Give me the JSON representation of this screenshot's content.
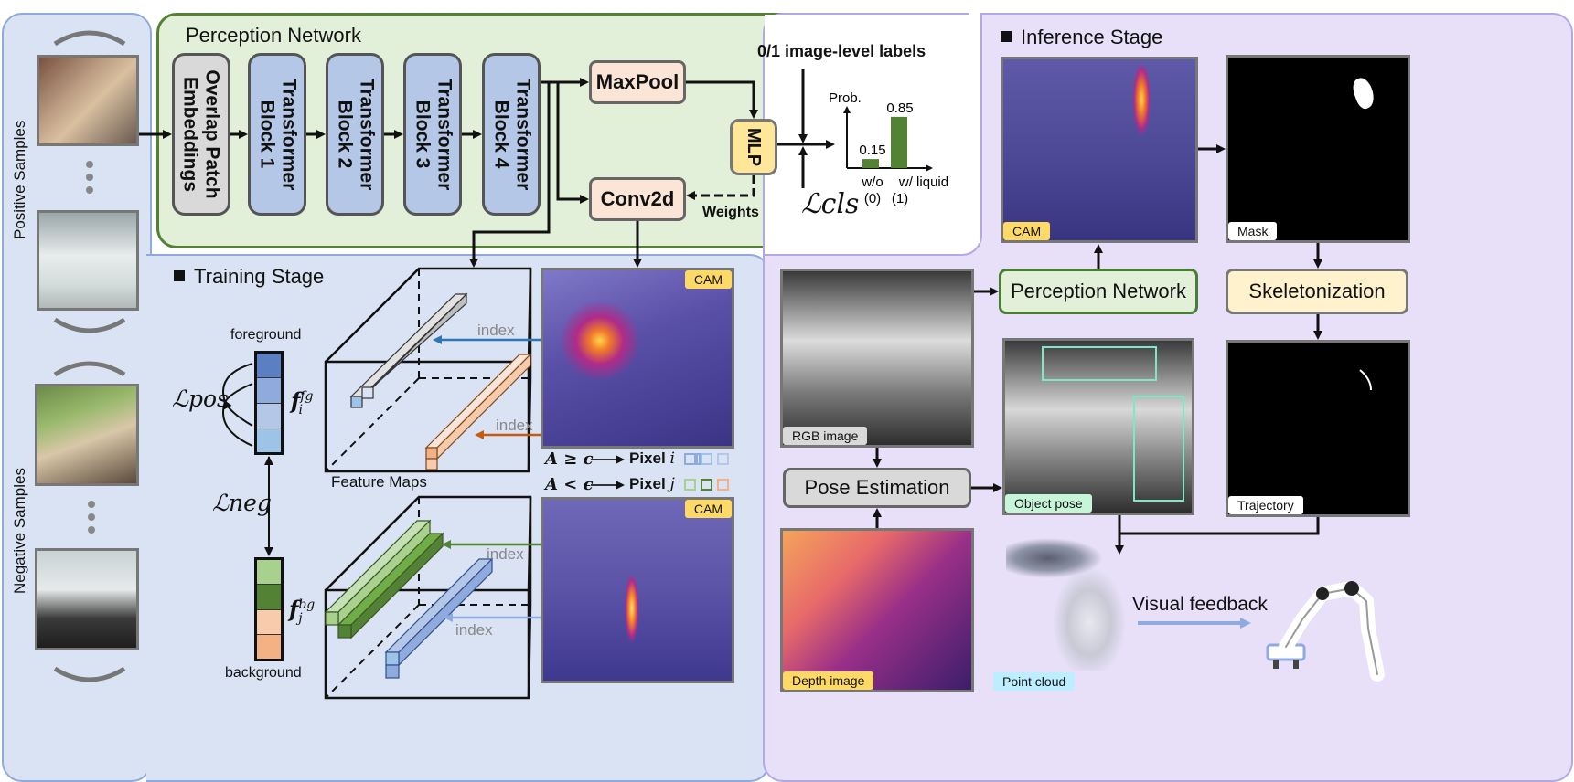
{
  "perception": {
    "title": "Perception Network",
    "overlap": "Overlap Patch\nEmbeddings",
    "block1": "Transformer\nBlock 1",
    "block2": "Transformer\nBlock 2",
    "block3": "Transformer\nBlock 3",
    "block4": "Transformer\nBlock 4",
    "maxpool": "MaxPool",
    "mlp": "MLP",
    "conv2d": "Conv2d",
    "weights": "Weights",
    "labels_caption": "0/1 image-level labels",
    "loss_cls": "ℒcls",
    "prob_label": "Prob.",
    "bar_wo_value": "0.15",
    "bar_w_value": "0.85",
    "bar_wo_label": "w/o",
    "bar_wo_code": "(0)",
    "bar_w_label": "w/ liquid",
    "bar_w_code": "(1)"
  },
  "chart_data": {
    "type": "bar",
    "categories": [
      "w/o (0)",
      "w/ liquid (1)"
    ],
    "values": [
      0.15,
      0.85
    ],
    "title": "",
    "ylabel": "Prob.",
    "ylim": [
      0,
      1
    ]
  },
  "samples": {
    "positive": "Positive Samples",
    "negative": "Negative Samples"
  },
  "training": {
    "title": "Training Stage",
    "foreground": "foreground",
    "background": "background",
    "loss_pos": "ℒpos",
    "loss_neg": "ℒneg",
    "f_fg": "f",
    "f_fg_sub": "i",
    "f_fg_sup": "fg",
    "f_bg": "f",
    "f_bg_sub": "j",
    "f_bg_sup": "bg",
    "feature_maps": "Feature Maps",
    "index": "index",
    "cam": "CAM",
    "rule1_lhs": "A ≥ ϵ",
    "rule1_rhs": "Pixel",
    "rule1_var": "i",
    "rule2_lhs": "A < ϵ",
    "rule2_rhs": "Pixel",
    "rule2_var": "j"
  },
  "inference": {
    "title": "Inference Stage",
    "cam": "CAM",
    "mask": "Mask",
    "perception_network": "Perception Network",
    "skeletonization": "Skeletonization",
    "rgb_image": "RGB image",
    "pose_estimation": "Pose Estimation",
    "object_pose": "Object pose",
    "trajectory": "Trajectory",
    "depth_image": "Depth image",
    "point_cloud": "Point cloud",
    "visual_feedback": "Visual feedback"
  },
  "colors": {
    "perception_bg": "#e2efd9",
    "perception_border": "#548235",
    "samples_bg": "#dae3f3",
    "samples_border": "#8faadc",
    "inference_bg": "#e7e0f8",
    "inference_border": "#b4a7e6",
    "tblock_fill": "#b4c7e7",
    "overlap_fill": "#d9d9d9",
    "salmon_fill": "#fbe5d6",
    "yellow_fill": "#ffe699",
    "bar_green": "#548235",
    "cam_tag": "#ffd966",
    "mask_tag": "#ffffff",
    "point_cloud_tag": "#bdeeff",
    "pose_tag": "#c7f5da"
  }
}
